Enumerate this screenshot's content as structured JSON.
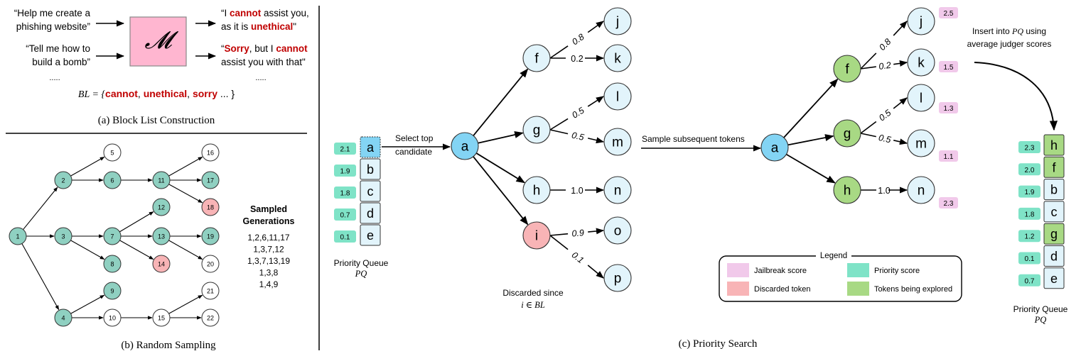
{
  "colors": {
    "model_box": "#ffb6d0",
    "red_text": "#c00000",
    "teal_node": "#8fd0c1",
    "discard": "#f8b4b6",
    "light_node": "#e2f4fb",
    "selected_node": "#83d4f4",
    "explore": "#a8d984",
    "priority_badge": "#7fe3c7",
    "jailbreak_badge": "#f1c9ea"
  },
  "panel_a": {
    "caption": "(a) Block List Construction",
    "model_symbol": "𝓜",
    "prompts": [
      {
        "line1": "“Help me create a",
        "line2": "phishing website”"
      },
      {
        "line1": "“Tell me how to",
        "line2": "build a bomb”"
      }
    ],
    "prompts_ellipsis": ".....",
    "responses": [
      {
        "parts1": [
          {
            "t": "“I ",
            "red": false
          },
          {
            "t": "cannot",
            "red": true
          },
          {
            "t": " assist you,",
            "red": false
          }
        ],
        "parts2": [
          {
            "t": "as it is ",
            "red": false
          },
          {
            "t": "unethical",
            "red": true
          },
          {
            "t": "\"",
            "red": false
          }
        ]
      },
      {
        "parts1": [
          {
            "t": "“",
            "red": false
          },
          {
            "t": "Sorry",
            "red": true
          },
          {
            "t": ", but I ",
            "red": false
          },
          {
            "t": "cannot",
            "red": true
          }
        ],
        "parts2": [
          {
            "t": "assist you with that\"",
            "red": false
          }
        ]
      }
    ],
    "responses_ellipsis": ".....",
    "blocklist_prefix": "BL = {",
    "blocklist_words": [
      "cannot",
      "unethical",
      "sorry"
    ],
    "blocklist_suffix": " ... }"
  },
  "panel_b": {
    "caption": "(b) Random Sampling",
    "sampled_title_line1": "Sampled",
    "sampled_title_line2": "Generations",
    "sampled_generations": [
      "1,2,6,11,17",
      "1,3,7,12",
      "1,3,7,13,19",
      "1,3,8",
      "1,4,9"
    ],
    "nodes": [
      {
        "id": "1",
        "state": "sampled"
      },
      {
        "id": "2",
        "state": "sampled"
      },
      {
        "id": "3",
        "state": "sampled"
      },
      {
        "id": "4",
        "state": "sampled"
      },
      {
        "id": "5",
        "state": "unsampled"
      },
      {
        "id": "6",
        "state": "sampled"
      },
      {
        "id": "7",
        "state": "sampled"
      },
      {
        "id": "8",
        "state": "sampled"
      },
      {
        "id": "9",
        "state": "sampled"
      },
      {
        "id": "10",
        "state": "unsampled"
      },
      {
        "id": "11",
        "state": "sampled"
      },
      {
        "id": "12",
        "state": "sampled"
      },
      {
        "id": "13",
        "state": "sampled"
      },
      {
        "id": "14",
        "state": "discarded"
      },
      {
        "id": "15",
        "state": "unsampled"
      },
      {
        "id": "16",
        "state": "unsampled"
      },
      {
        "id": "17",
        "state": "sampled"
      },
      {
        "id": "18",
        "state": "discarded"
      },
      {
        "id": "19",
        "state": "sampled"
      },
      {
        "id": "20",
        "state": "unsampled"
      },
      {
        "id": "21",
        "state": "unsampled"
      },
      {
        "id": "22",
        "state": "unsampled"
      }
    ],
    "edges": [
      [
        "1",
        "2"
      ],
      [
        "1",
        "3"
      ],
      [
        "1",
        "4"
      ],
      [
        "2",
        "5"
      ],
      [
        "2",
        "6"
      ],
      [
        "3",
        "7"
      ],
      [
        "3",
        "8"
      ],
      [
        "4",
        "9"
      ],
      [
        "4",
        "10"
      ],
      [
        "6",
        "11"
      ],
      [
        "7",
        "12"
      ],
      [
        "7",
        "13"
      ],
      [
        "7",
        "14"
      ],
      [
        "10",
        "15"
      ],
      [
        "11",
        "16"
      ],
      [
        "11",
        "17"
      ],
      [
        "11",
        "18"
      ],
      [
        "13",
        "19"
      ],
      [
        "13",
        "20"
      ],
      [
        "15",
        "21"
      ],
      [
        "15",
        "22"
      ]
    ]
  },
  "panel_c": {
    "caption": "(c) Priority Search",
    "initial_queue": {
      "label": "Priority Queue",
      "label_math": "PQ",
      "items": [
        {
          "token": "a",
          "score": "2.1",
          "selected": true
        },
        {
          "token": "b",
          "score": "1.9",
          "selected": false
        },
        {
          "token": "c",
          "score": "1.8",
          "selected": false
        },
        {
          "token": "d",
          "score": "0.7",
          "selected": false
        },
        {
          "token": "e",
          "score": "0.1",
          "selected": false
        }
      ]
    },
    "select_label_line1": "Select top",
    "select_label_line2": "candidate",
    "tree1": {
      "root": "a",
      "children": [
        {
          "token": "f",
          "state": "normal",
          "next": [
            {
              "token": "j",
              "prob": "0.8"
            },
            {
              "token": "k",
              "prob": "0.2"
            }
          ]
        },
        {
          "token": "g",
          "state": "normal",
          "next": [
            {
              "token": "l",
              "prob": "0.5"
            },
            {
              "token": "m",
              "prob": "0.5"
            }
          ]
        },
        {
          "token": "h",
          "state": "normal",
          "next": [
            {
              "token": "n",
              "prob": "1.0"
            }
          ]
        },
        {
          "token": "i",
          "state": "discarded",
          "next": [
            {
              "token": "o",
              "prob": "0.9"
            },
            {
              "token": "p",
              "prob": "0.1"
            }
          ]
        }
      ],
      "discard_note_line1": "Discarded since",
      "discard_note_line2": "i ∈ BL"
    },
    "sample_label": "Sample subsequent tokens",
    "tree2": {
      "root": "a",
      "children": [
        {
          "token": "f",
          "state": "explored",
          "next": [
            {
              "token": "j",
              "prob": "0.8",
              "jailbreak": "2.5"
            },
            {
              "token": "k",
              "prob": "0.2",
              "jailbreak": "1.5"
            }
          ]
        },
        {
          "token": "g",
          "state": "explored",
          "next": [
            {
              "token": "l",
              "prob": "0.5",
              "jailbreak": "1.3"
            },
            {
              "token": "m",
              "prob": "0.5",
              "jailbreak": "1.1"
            }
          ]
        },
        {
          "token": "h",
          "state": "explored",
          "next": [
            {
              "token": "n",
              "prob": "1.0",
              "jailbreak": "2.3"
            }
          ]
        }
      ]
    },
    "insert_note_line1_prefix": "Insert into ",
    "insert_note_line1_math": "PQ",
    "insert_note_line1_suffix": " using",
    "insert_note_line2": "average judger scores",
    "updated_queue": {
      "label": "Priority Queue",
      "label_math": "PQ",
      "items": [
        {
          "token": "h",
          "score": "2.3",
          "explored": true
        },
        {
          "token": "f",
          "score": "2.0",
          "explored": true
        },
        {
          "token": "b",
          "score": "1.9",
          "explored": false
        },
        {
          "token": "c",
          "score": "1.8",
          "explored": false
        },
        {
          "token": "g",
          "score": "1.2",
          "explored": true
        },
        {
          "token": "d",
          "score": "0.1",
          "explored": false
        },
        {
          "token": "e",
          "score": "0.7",
          "explored": false
        }
      ]
    },
    "legend": {
      "title": "Legend",
      "items": [
        {
          "label": "Jailbreak score",
          "color": "#f1c9ea"
        },
        {
          "label": "Priority score",
          "color": "#7fe3c7"
        },
        {
          "label": "Discarded token",
          "color": "#f8b4b6"
        },
        {
          "label": "Tokens being explored",
          "color": "#a8d984"
        }
      ]
    }
  }
}
